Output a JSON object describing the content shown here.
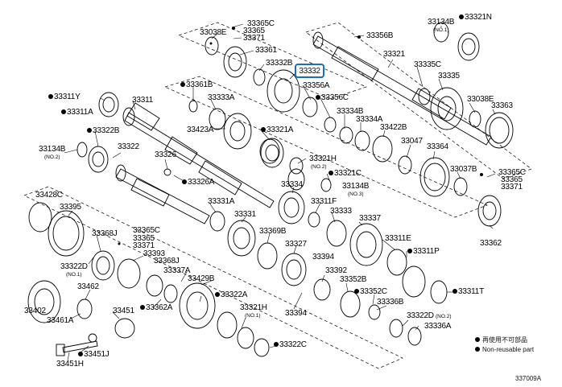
{
  "highlight_part": "33332",
  "legend": {
    "jp_note": "再使用不可部品",
    "en_note": "Non-reusable part"
  },
  "figure_code": "337009A",
  "parts": [
    {
      "id": "p0",
      "text": "33365C",
      "dot": false
    },
    {
      "id": "p1",
      "text": "33038E",
      "dot": false
    },
    {
      "id": "p2",
      "text": "33365",
      "dot": false
    },
    {
      "id": "p3",
      "text": "33371",
      "dot": false
    },
    {
      "id": "p4",
      "text": "33361",
      "dot": false
    },
    {
      "id": "p5",
      "text": "33332B",
      "dot": false
    },
    {
      "id": "p6",
      "text": "33361B",
      "dot": true
    },
    {
      "id": "p7",
      "text": "33356A",
      "dot": false
    },
    {
      "id": "p8",
      "text": "33333A",
      "dot": false
    },
    {
      "id": "p9",
      "text": "33356C",
      "dot": true
    },
    {
      "id": "p10",
      "text": "33311Y",
      "dot": true
    },
    {
      "id": "p11",
      "text": "33311A",
      "dot": true
    },
    {
      "id": "p12",
      "text": "33311",
      "dot": false
    },
    {
      "id": "p13",
      "text": "33322B",
      "dot": true
    },
    {
      "id": "p14",
      "text": "33423A",
      "dot": false
    },
    {
      "id": "p15",
      "text": "33321A",
      "dot": true
    },
    {
      "id": "p16",
      "text": "33134B",
      "dot": false
    },
    {
      "id": "p17",
      "text": "33322",
      "dot": false
    },
    {
      "id": "p18",
      "text": "33326",
      "dot": false
    },
    {
      "id": "p19",
      "text": "33321H",
      "dot": false
    },
    {
      "id": "p20",
      "text": "33326A",
      "dot": true
    },
    {
      "id": "p21",
      "text": "33321C",
      "dot": true
    },
    {
      "id": "p22",
      "text": "33134B",
      "dot": false
    },
    {
      "id": "p23",
      "text": "33428C",
      "dot": false
    },
    {
      "id": "p24",
      "text": "33395",
      "dot": false
    },
    {
      "id": "p25",
      "text": "33331A",
      "dot": false
    },
    {
      "id": "p26",
      "text": "33334",
      "dot": false
    },
    {
      "id": "p27",
      "text": "33311F",
      "dot": false
    },
    {
      "id": "p28",
      "text": "33331",
      "dot": false
    },
    {
      "id": "p29",
      "text": "33333",
      "dot": false
    },
    {
      "id": "p30",
      "text": "33368J",
      "dot": false
    },
    {
      "id": "p31",
      "text": "33365C",
      "dot": false
    },
    {
      "id": "p32",
      "text": "33365",
      "dot": false
    },
    {
      "id": "p33",
      "text": "33371",
      "dot": false
    },
    {
      "id": "p34",
      "text": "33369B",
      "dot": false
    },
    {
      "id": "p35",
      "text": "33337",
      "dot": false
    },
    {
      "id": "p36",
      "text": "33327",
      "dot": false
    },
    {
      "id": "p37",
      "text": "33393",
      "dot": false
    },
    {
      "id": "p38",
      "text": "33368J",
      "dot": false
    },
    {
      "id": "p39",
      "text": "33311E",
      "dot": false
    },
    {
      "id": "p40",
      "text": "33322D",
      "dot": false
    },
    {
      "id": "p41",
      "text": "33337A",
      "dot": false
    },
    {
      "id": "p42",
      "text": "33394",
      "dot": false
    },
    {
      "id": "p43",
      "text": "33311P",
      "dot": true
    },
    {
      "id": "p44",
      "text": "33429B",
      "dot": false
    },
    {
      "id": "p45",
      "text": "33392",
      "dot": false
    },
    {
      "id": "p46",
      "text": "33352B",
      "dot": false
    },
    {
      "id": "p47",
      "text": "33462",
      "dot": false
    },
    {
      "id": "p48",
      "text": "33322A",
      "dot": true
    },
    {
      "id": "p49",
      "text": "33352C",
      "dot": true
    },
    {
      "id": "p50",
      "text": "33311T",
      "dot": true
    },
    {
      "id": "p51",
      "text": "33402",
      "dot": false
    },
    {
      "id": "p52",
      "text": "33451",
      "dot": false
    },
    {
      "id": "p53",
      "text": "33362A",
      "dot": true
    },
    {
      "id": "p54",
      "text": "33336B",
      "dot": false
    },
    {
      "id": "p55",
      "text": "33461A",
      "dot": false
    },
    {
      "id": "p56",
      "text": "33321H",
      "dot": false
    },
    {
      "id": "p57",
      "text": "33394",
      "dot": false
    },
    {
      "id": "p58",
      "text": "33322D",
      "dot": false
    },
    {
      "id": "p59",
      "text": "33336A",
      "dot": false
    },
    {
      "id": "p60",
      "text": "33322C",
      "dot": true
    },
    {
      "id": "p61",
      "text": "33451J",
      "dot": true
    },
    {
      "id": "p62",
      "text": "33451H",
      "dot": false
    },
    {
      "id": "p63",
      "text": "33134B",
      "dot": false
    },
    {
      "id": "p64",
      "text": "33321N",
      "dot": true
    },
    {
      "id": "p65",
      "text": "33356B",
      "dot": false
    },
    {
      "id": "p66",
      "text": "33321",
      "dot": false
    },
    {
      "id": "p67",
      "text": "33335C",
      "dot": false
    },
    {
      "id": "p68",
      "text": "33335",
      "dot": false
    },
    {
      "id": "p69",
      "text": "33038E",
      "dot": false
    },
    {
      "id": "p70",
      "text": "33363",
      "dot": false
    },
    {
      "id": "p71",
      "text": "33334B",
      "dot": false
    },
    {
      "id": "p72",
      "text": "33334A",
      "dot": false
    },
    {
      "id": "p73",
      "text": "33422B",
      "dot": false
    },
    {
      "id": "p74",
      "text": "33047",
      "dot": false
    },
    {
      "id": "p75",
      "text": "33364",
      "dot": false
    },
    {
      "id": "p76",
      "text": "33037B",
      "dot": false
    },
    {
      "id": "p77",
      "text": "33365C",
      "dot": false
    },
    {
      "id": "p78",
      "text": "33365",
      "dot": false
    },
    {
      "id": "p79",
      "text": "33371",
      "dot": false
    },
    {
      "id": "p80",
      "text": "33362",
      "dot": false
    }
  ],
  "notes": [
    {
      "id": "n0",
      "text": "(NO.2)"
    },
    {
      "id": "n1",
      "text": "(NO.2)"
    },
    {
      "id": "n2",
      "text": "(NO.3)"
    },
    {
      "id": "n3",
      "text": "(NO.1)"
    },
    {
      "id": "n4",
      "text": "(NO.1)"
    },
    {
      "id": "n5",
      "text": "(NO.1)"
    },
    {
      "id": "n6",
      "text": "(NO.2)"
    }
  ]
}
